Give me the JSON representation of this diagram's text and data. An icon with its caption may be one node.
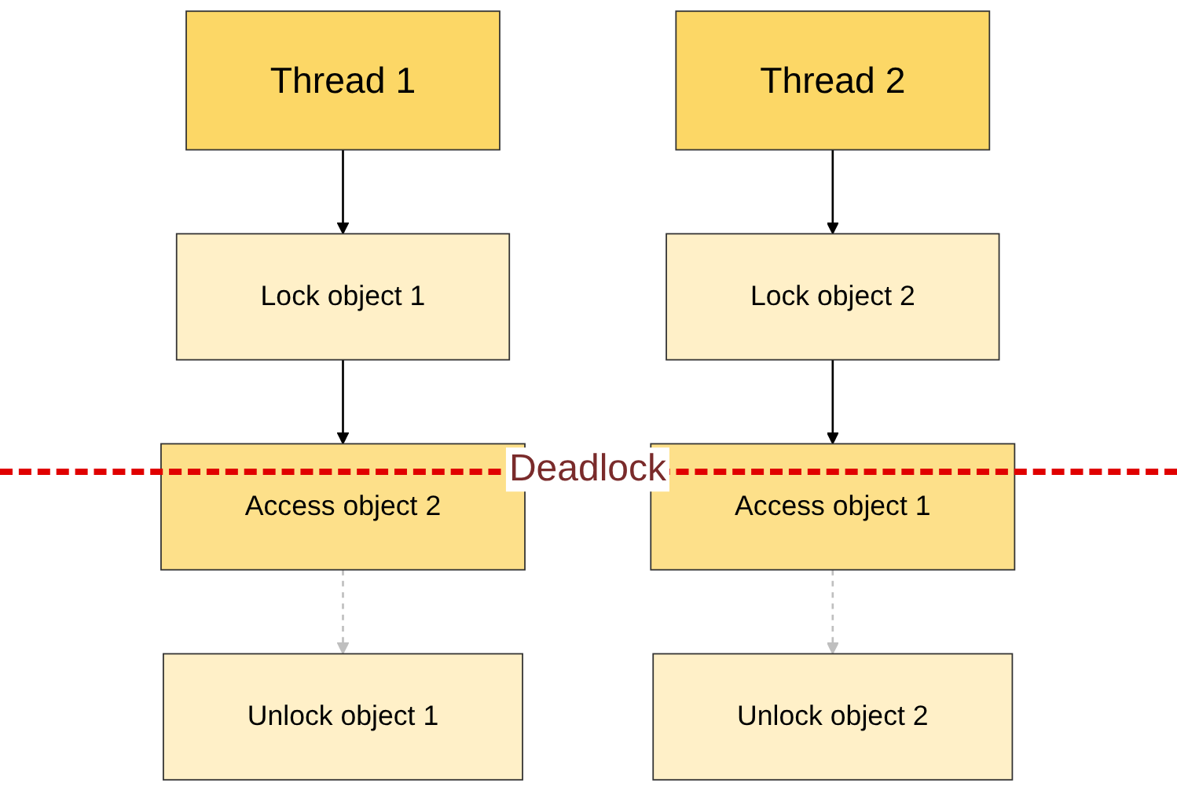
{
  "diagram": {
    "nodes": [
      {
        "text": [
          "Thread 1"
        ]
      },
      {
        "text": [
          "Lock object 1"
        ]
      },
      {
        "text": [
          "Access object 2"
        ]
      },
      {
        "text": [
          "Unlock object 1"
        ]
      },
      {
        "text": [
          "Thread 2"
        ]
      },
      {
        "text": [
          "Lock object 2"
        ]
      },
      {
        "text": [
          "Access object 1"
        ]
      },
      {
        "text": [
          "Unlock object 2"
        ]
      }
    ],
    "edges": [
      {
        "from": 0,
        "to": 1,
        "arrow": "to"
      },
      {
        "from": 1,
        "to": 2,
        "arrow": "to"
      },
      {
        "from": 2,
        "to": 3,
        "arrow": "to",
        "style": "dashed",
        "color": "#bfbfbf"
      },
      {
        "from": 4,
        "to": 5,
        "arrow": "to"
      },
      {
        "from": 5,
        "to": 6,
        "arrow": "to"
      },
      {
        "from": 6,
        "to": 7,
        "arrow": "to",
        "style": "dashed",
        "color": "#bfbfbf"
      }
    ],
    "labels": [
      "Deadlock"
    ]
  }
}
